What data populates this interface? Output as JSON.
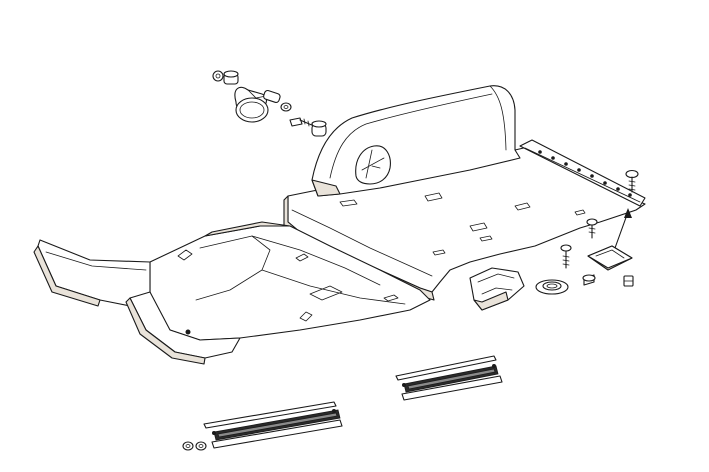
{
  "diagram": {
    "colors": {
      "line": "#1a1a1a",
      "panel_fill": "#ffffff",
      "panel_shade": "#e9e3da",
      "strip_dark": "#2a2a2a"
    },
    "parts": [
      {
        "id": "rear-shelf-panel",
        "icon": "panel-shape"
      },
      {
        "id": "wheel-arch-cover",
        "icon": "arch-shape"
      },
      {
        "id": "front-floor-mat-left",
        "icon": "mat-shape"
      },
      {
        "id": "front-floor-mat-right",
        "icon": "mat-shape"
      },
      {
        "id": "center-tunnel-cover",
        "icon": "tunnel-shape"
      },
      {
        "id": "mounting-rail-strip",
        "icon": "rail-shape"
      },
      {
        "id": "sill-strip-left",
        "icon": "strip-shape"
      },
      {
        "id": "sill-strip-right",
        "icon": "strip-shape"
      },
      {
        "id": "tie-down-ring",
        "icon": "ring-shape"
      },
      {
        "id": "corner-bracket",
        "icon": "bracket-shape"
      },
      {
        "id": "grommet",
        "icon": "grommet-shape"
      },
      {
        "id": "cover-plate",
        "icon": "plate-shape"
      },
      {
        "id": "screw",
        "icon": "screw-icon"
      },
      {
        "id": "nut",
        "icon": "nut-icon"
      },
      {
        "id": "washer",
        "icon": "washer-icon"
      },
      {
        "id": "spacer-sleeve",
        "icon": "sleeve-icon"
      },
      {
        "id": "indicator-arrow",
        "icon": "arrow-icon"
      }
    ]
  }
}
